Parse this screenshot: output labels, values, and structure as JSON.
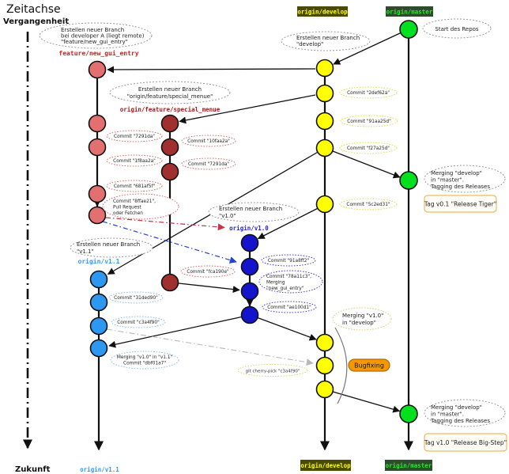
{
  "title": "Zeitachse",
  "axis": {
    "past": "Vergangenheit",
    "future": "Zukunft"
  },
  "branch_tags": {
    "develop_top": "origin/develop",
    "master_top": "origin/master",
    "develop_bottom": "origin/develop",
    "master_bottom": "origin/master",
    "v11_bottom": "origin/v1.1"
  },
  "branch_labels": {
    "feature": "feature/new_gui_entry",
    "special_menue": "origin/feature/special_menue",
    "v10": "origin/v1.0",
    "v11": "origin/v1.1"
  },
  "bubbles": {
    "create_feature": {
      "l1": "Erstellen neuer Branch",
      "l2": "bei developer A (liegt remote)",
      "l3": "\"feature/new_gui_entry\""
    },
    "create_develop": {
      "l1": "Erstellen neuer Branch",
      "l2": "\"develop\""
    },
    "repo_start": {
      "l1": "Start des Repos"
    },
    "create_special": {
      "l1": "Erstellen neuer Branch",
      "l2": "\"origin/feature/special_menue\""
    },
    "create_v10": {
      "l1": "Erstellen neuer Branch",
      "l2": "\"v1.0\""
    },
    "create_v11": {
      "l1": "Erstellen neuer Branch",
      "l2": "\"v1.1\""
    },
    "merge_master_1": {
      "l1": "Merging \"develop\"",
      "l2": "in \"master\".",
      "l3": "Tagging des Releases"
    },
    "merge_v10_develop": {
      "l1": "Merging \"v1.0\"",
      "l2": "in \"develop\""
    },
    "merge_master_2": {
      "l1": "Merging \"develop\"",
      "l2": "in \"master\".",
      "l3": "Tagging des Releases"
    }
  },
  "commits": {
    "develop": [
      "Commit \"2def62a\"",
      "Commit \"91aa25d\"",
      "Commit \"f27a25d\"",
      "Commit \"5c2ed31\""
    ],
    "feature": [
      "Commit \"7291da\"",
      "Commit \"1f8aa2a\"",
      "Commit \"681af5f\""
    ],
    "feature_pull": {
      "l1": "Commit \"8ffae21\",",
      "l2": "Pull Request",
      "l3": "oder Fetchen"
    },
    "special": [
      "Commit \"10faa2a\"",
      "Commit \"7291da\"",
      "Commit \"fca190e\""
    ],
    "v10": {
      "c1": "Commit \"91a8ff2\"",
      "merge": {
        "l1": "Commit \"78a11c3\",",
        "l2": "Merging",
        "l3": "\"new_gui_entry\""
      },
      "c3": "Commit \"ae100d1\""
    },
    "v11": {
      "c1": "Commit \"31ded90\"",
      "c2": "Commit \"c3a4f90\"",
      "merge": {
        "l1": "Merging \"v1.0\" in \"v1.1\"",
        "l2": "Commit \"dbf01a7\""
      }
    }
  },
  "tags": {
    "release_tiger": "Tag v0.1 \"Release Tiger\"",
    "release_big_step": "Tag v1.0 \"Release Big-Step\""
  },
  "actions": {
    "bugfixing": "Bugfixing",
    "cherry_pick": "git cherry-pick \"c3a4f90\""
  },
  "colors": {
    "feature_node": "#e27070",
    "special_node": "#a03030",
    "v10_node": "#1414cc",
    "v11_node": "#2e97f0",
    "develop_node": "#ffff00",
    "master_node": "#00e01e",
    "feature_label": "#cc2222",
    "special_label": "#aa1a1a",
    "v10_label": "#2222dd",
    "v11_label": "#3399ff",
    "bugfix_fill": "#f59800",
    "tag_border": "#f0b860",
    "develop_tag_bg": "#4b4b00",
    "master_tag_bg": "#2e4b2e"
  }
}
